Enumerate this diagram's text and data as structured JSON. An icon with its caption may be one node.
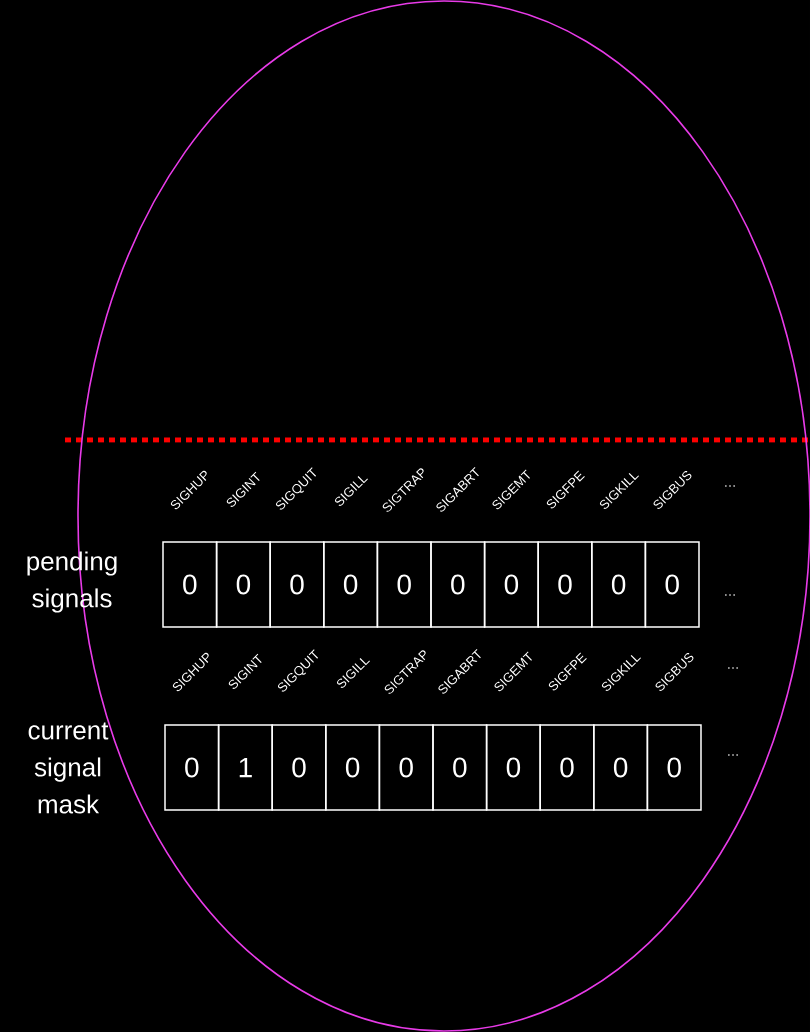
{
  "diagram": {
    "nodes": [
      {
        "text": [],
        "shape": "ellipse"
      },
      {
        "text": [
          "0"
        ],
        "in": 0
      },
      {
        "text": [
          "0"
        ],
        "in": 0
      },
      {
        "text": [
          "0"
        ],
        "in": 0
      },
      {
        "text": [
          "0"
        ],
        "in": 0
      },
      {
        "text": [
          "0"
        ],
        "in": 0
      },
      {
        "text": [
          "0"
        ],
        "in": 0
      },
      {
        "text": [
          "0"
        ],
        "in": 0
      },
      {
        "text": [
          "0"
        ],
        "in": 0
      },
      {
        "text": [
          "0"
        ],
        "in": 0
      },
      {
        "text": [
          "0"
        ],
        "in": 0
      },
      {
        "text": [
          "0"
        ],
        "in": 0
      },
      {
        "text": [
          "1"
        ],
        "in": 0
      },
      {
        "text": [
          "0"
        ],
        "in": 0
      },
      {
        "text": [
          "0"
        ],
        "in": 0
      },
      {
        "text": [
          "0"
        ],
        "in": 0
      },
      {
        "text": [
          "0"
        ],
        "in": 0
      },
      {
        "text": [
          "0"
        ],
        "in": 0
      },
      {
        "text": [
          "0"
        ],
        "in": 0
      },
      {
        "text": [
          "0"
        ],
        "in": 0
      },
      {
        "text": [
          "0"
        ],
        "in": 0
      }
    ],
    "labels": [
      "SIGHUP",
      "SIGINT",
      "SIGQUIT",
      "SIGILL",
      "SIGTRAP",
      "SIGABRT",
      "SIGEMT",
      "SIGFPE",
      "SIGKILL",
      "SIGBUS",
      "…",
      "pending signals",
      "…",
      "SIGHUP",
      "SIGINT",
      "SIGQUIT",
      "SIGILL",
      "SIGTRAP",
      "SIGABRT",
      "SIGEMT",
      "SIGFPE",
      "SIGKILL",
      "SIGBUS",
      "…",
      "current signal mask",
      "…"
    ]
  }
}
